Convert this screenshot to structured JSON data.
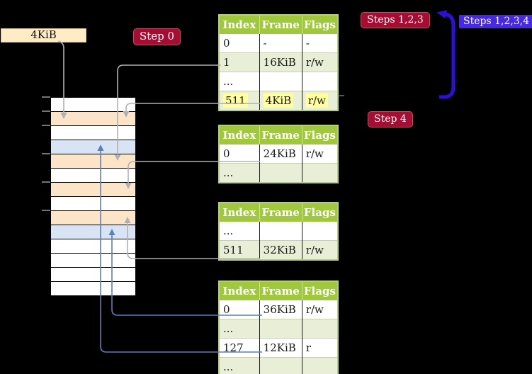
{
  "colors": {
    "header_green": "#9fc83c",
    "row_green": "#e9efd6",
    "table_border": "#b9cc87",
    "peach": "#fce4c8",
    "light_blue": "#d8e3f4",
    "cream": "#fdecc6",
    "highlight_yellow": "#ffff9c",
    "gray_arrow": "#b0b0b0",
    "steel_arrow": "#5b7fb9",
    "big_blue_arrow": "#2c10d8",
    "badge_red": "#a60d33",
    "badge_blue": "#4829e3"
  },
  "labels": {
    "frame_box": "4KiB",
    "step0": "Step 0",
    "step4": "Step 4",
    "steps123": "Steps 1,2,3",
    "steps1234": "Steps 1,2,3,4"
  },
  "memory": {
    "rows": [
      "white",
      "peach",
      "white",
      "blue",
      "peach",
      "white",
      "peach",
      "white",
      "peach",
      "blue",
      "white",
      "white",
      "white",
      "white"
    ]
  },
  "tables": [
    {
      "name": "page-table-level-1",
      "columns": [
        "Index",
        "Frame",
        "Flags"
      ],
      "rows": [
        {
          "cells": [
            "0",
            "-",
            "-"
          ],
          "shaded": false,
          "highlighted": false
        },
        {
          "cells": [
            "1",
            "16KiB",
            "r/w"
          ],
          "shaded": true,
          "highlighted": false
        },
        {
          "cells": [
            "...",
            "",
            ""
          ],
          "shaded": false,
          "highlighted": false
        },
        {
          "cells": [
            "511",
            "4KiB",
            "r/w"
          ],
          "shaded": true,
          "highlighted": true
        }
      ]
    },
    {
      "name": "page-table-level-2",
      "columns": [
        "Index",
        "Frame",
        "Flags"
      ],
      "rows": [
        {
          "cells": [
            "0",
            "24KiB",
            "r/w"
          ],
          "shaded": false,
          "highlighted": false
        },
        {
          "cells": [
            "...",
            "",
            ""
          ],
          "shaded": true,
          "highlighted": false
        }
      ]
    },
    {
      "name": "page-table-level-3",
      "columns": [
        "Index",
        "Frame",
        "Flags"
      ],
      "rows": [
        {
          "cells": [
            "...",
            "",
            ""
          ],
          "shaded": false,
          "highlighted": false
        },
        {
          "cells": [
            "511",
            "32KiB",
            "r/w"
          ],
          "shaded": true,
          "highlighted": false
        }
      ]
    },
    {
      "name": "page-table-level-4",
      "columns": [
        "Index",
        "Frame",
        "Flags"
      ],
      "rows": [
        {
          "cells": [
            "0",
            "36KiB",
            "r/w"
          ],
          "shaded": false,
          "highlighted": false
        },
        {
          "cells": [
            "...",
            "",
            ""
          ],
          "shaded": true,
          "highlighted": false
        },
        {
          "cells": [
            "127",
            "12KiB",
            "r"
          ],
          "shaded": false,
          "highlighted": false
        },
        {
          "cells": [
            "...",
            "",
            ""
          ],
          "shaded": true,
          "highlighted": false
        }
      ]
    }
  ]
}
